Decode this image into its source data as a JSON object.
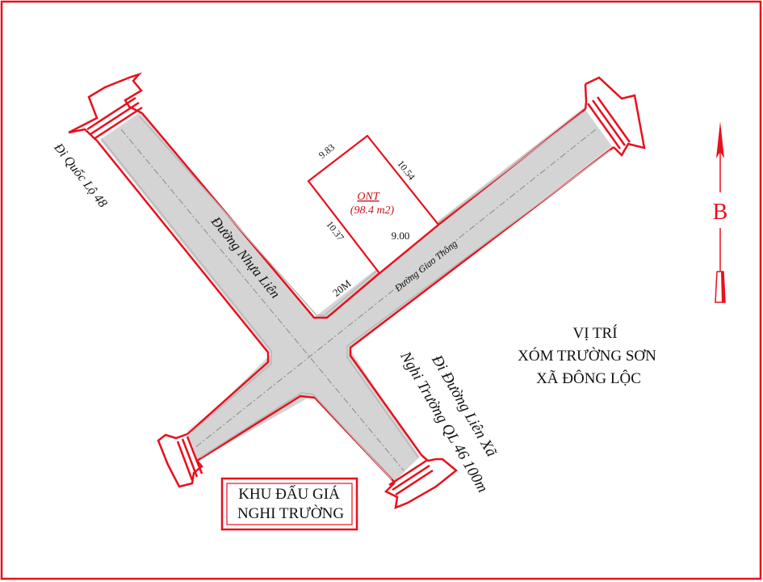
{
  "colors": {
    "boundary": "#e8101c",
    "road_fill": "#d4d4d4",
    "road_edge": "#c0c0c0",
    "centerline": "#8a8a8a",
    "text": "#111111",
    "lot_label": "#c8141c"
  },
  "lot": {
    "code": "ONT",
    "area": "(98.4 m2)",
    "dim_top": "9.83",
    "dim_right": "10.54",
    "dim_left": "10.37",
    "dim_bottom": "9.00"
  },
  "roads": {
    "nw_branch_label": "Đường Nhựa Liên",
    "ne_branch_label": "Đường Giao Thông",
    "width_label": "20M",
    "nw_destination": "Đi Quốc Lộ 48",
    "se_destination_line1": "Đi Đường Liên Xã",
    "se_destination_line2": "Nghi Trường QL 46 100m"
  },
  "location": {
    "line1": "VỊ TRÍ",
    "line2": "XÓM TRƯỜNG SƠN",
    "line3": "XÃ ĐÔNG LỘC"
  },
  "auction_box": {
    "line1": "KHU ĐẤU GIÁ",
    "line2": "NGHI TRƯỜNG"
  },
  "compass": {
    "north_letter": "B",
    "icon": "north-arrow-icon"
  }
}
